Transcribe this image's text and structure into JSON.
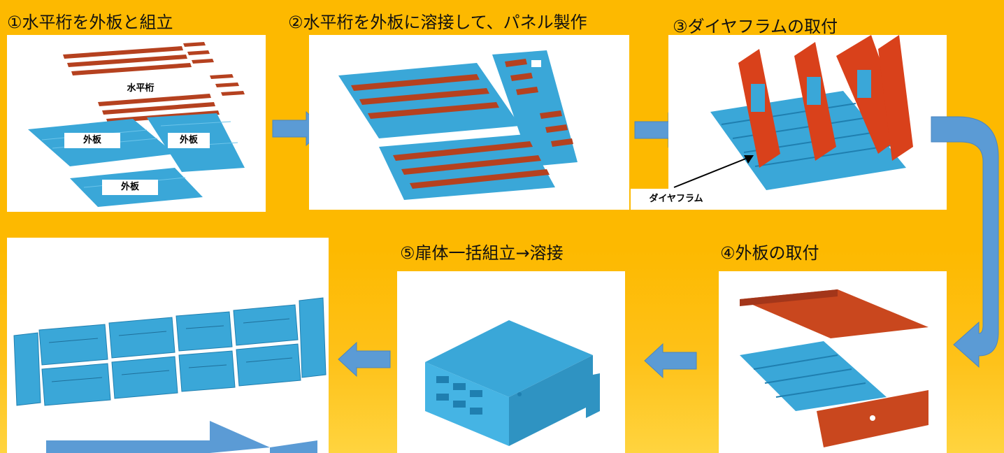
{
  "steps": {
    "s1": "①水平桁を外板と組立",
    "s2": "②水平桁を外板に溶接して、パネル製作",
    "s3": "③ダイヤフラムの取付",
    "s4": "④外板の取付",
    "s5": "⑤扉体一括組立→溶接"
  },
  "labels": {
    "horizontal_girder": "水平桁",
    "skin_plate_1": "外板",
    "skin_plate_2": "外板",
    "skin_plate_3": "外板",
    "diaphragm": "ダイヤフラム"
  },
  "colors": {
    "background": "#fdb900",
    "steel_blue": "#3aa7d8",
    "girder_red": "#b5411f",
    "arrow_blue": "#5b9bd5"
  }
}
